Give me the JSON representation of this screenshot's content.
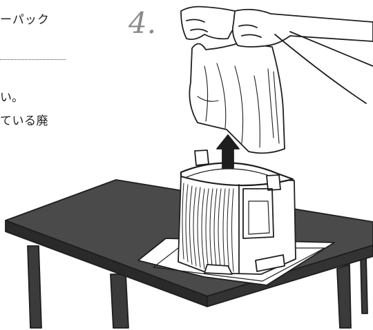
{
  "text": {
    "line1": "ーパック",
    "line2": "い。",
    "line3": "ている廃"
  },
  "step_number": "4.",
  "illustration": {
    "depicts": [
      "hands-icon",
      "plastic-bag-icon",
      "up-arrow-icon",
      "filter-unit-icon",
      "mat-icon",
      "table-icon"
    ]
  },
  "colors": {
    "ink": "#1e1e1e",
    "step_number": "#8a8a8a",
    "paper": "#ffffff"
  }
}
